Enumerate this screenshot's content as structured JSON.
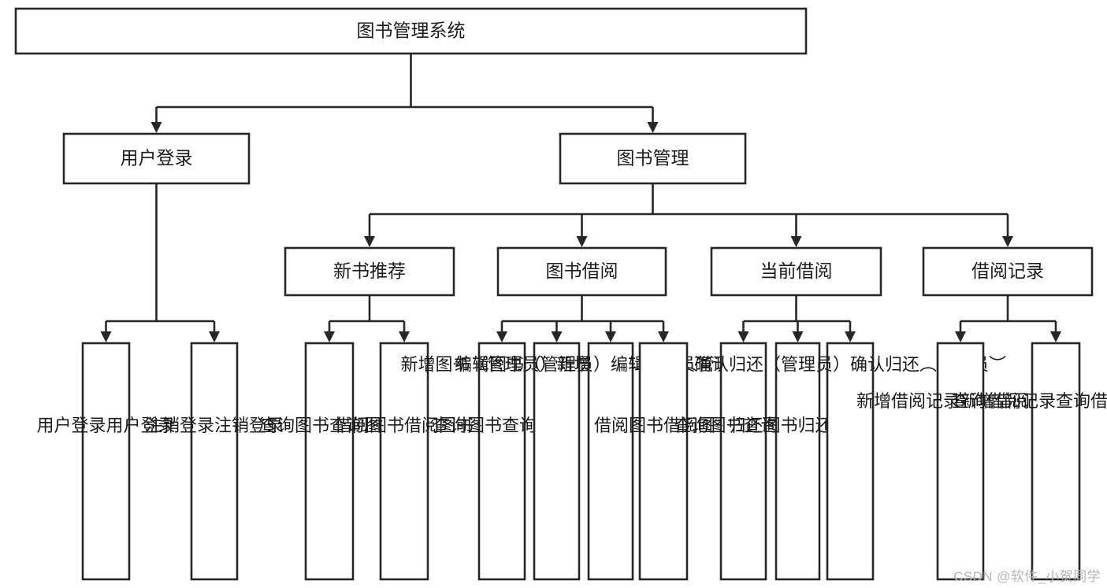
{
  "diagram": {
    "title": "图书管理系统",
    "type": "tree-hierarchy-diagram",
    "watermark": "CSDN @软件_小贺同学",
    "colors": {
      "box_fill": "#ffffff",
      "box_stroke": "#262626",
      "connector": "#262626",
      "text": "#1b1b1b",
      "watermark": "#b4b4b4",
      "background": "#ffffff"
    },
    "root": {
      "label": "图书管理系统"
    },
    "level2": [
      {
        "label": "用户登录"
      },
      {
        "label": "图书管理"
      }
    ],
    "level3": [
      {
        "label": "新书推荐"
      },
      {
        "label": "图书借阅"
      },
      {
        "label": "当前借阅"
      },
      {
        "label": "借阅记录"
      }
    ],
    "groups": [
      {
        "parent": "用户登录",
        "leaves": [
          {
            "label": "用户登录"
          },
          {
            "label": "注销登录"
          }
        ]
      },
      {
        "parent": "新书推荐",
        "leaves": [
          {
            "label": "查询图书"
          },
          {
            "label": "借阅图书"
          }
        ]
      },
      {
        "parent": "图书借阅",
        "leaves": [
          {
            "label": "查询图书"
          },
          {
            "label": "新增图书（管理员）"
          },
          {
            "label": "编辑图书（管理员）"
          },
          {
            "label": "借阅图书"
          }
        ]
      },
      {
        "parent": "当前借阅",
        "leaves": [
          {
            "label": "查询图书"
          },
          {
            "label": "归还图书"
          },
          {
            "label": "确认归还（管理员）"
          }
        ]
      },
      {
        "parent": "借阅记录",
        "leaves": [
          {
            "label": "新增借阅记录"
          },
          {
            "label": "查询借阅记录"
          }
        ]
      }
    ]
  }
}
